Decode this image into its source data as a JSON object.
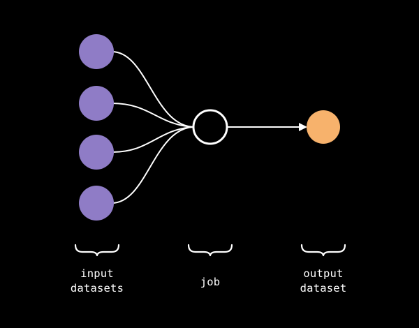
{
  "colors": {
    "background": "#000000",
    "input_node": "#8f7cc6",
    "job_node_stroke": "#ffffff",
    "output_node": "#f7b26c",
    "edges": "#ffffff",
    "text": "#ffffff"
  },
  "diagram": {
    "nodes": {
      "inputs": [
        {
          "id": "input-1"
        },
        {
          "id": "input-2"
        },
        {
          "id": "input-3"
        },
        {
          "id": "input-4"
        }
      ],
      "job": {
        "id": "job"
      },
      "output": {
        "id": "output"
      }
    },
    "edges": [
      {
        "from": "input-1",
        "to": "job"
      },
      {
        "from": "input-2",
        "to": "job"
      },
      {
        "from": "input-3",
        "to": "job"
      },
      {
        "from": "input-4",
        "to": "job"
      },
      {
        "from": "job",
        "to": "output"
      }
    ],
    "labels": {
      "input_line1": "input",
      "input_line2": "datasets",
      "job": "job",
      "output_line1": "output",
      "output_line2": "dataset"
    }
  }
}
